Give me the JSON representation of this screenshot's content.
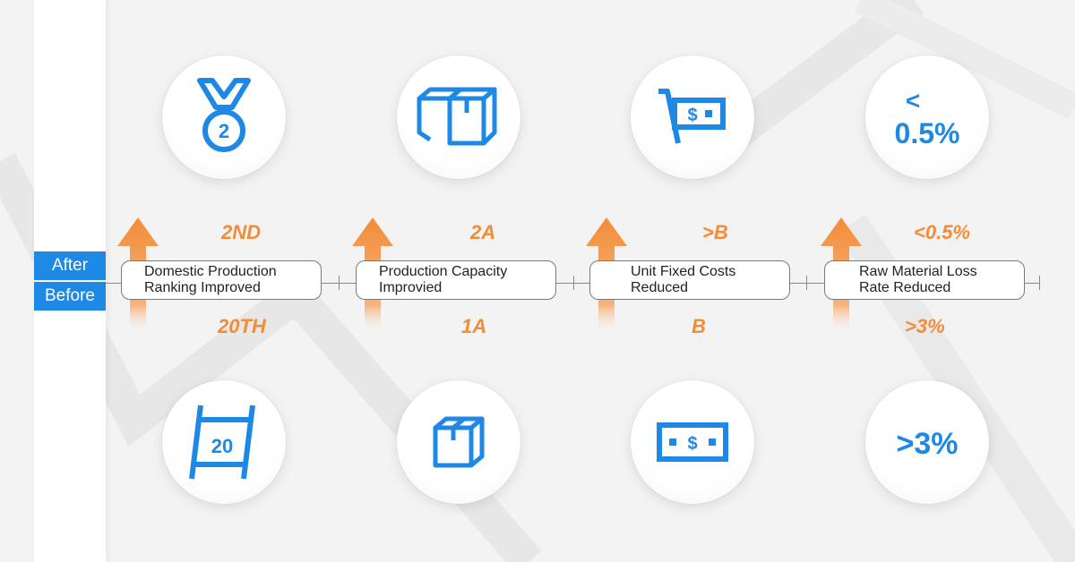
{
  "labels": {
    "after": "After",
    "before": "Before"
  },
  "metrics": [
    {
      "title": "Domestic Production Ranking Improved",
      "title_line1": "Domestic Production",
      "title_line2": "Ranking Improved",
      "after_value": "2ND",
      "before_value": "20TH",
      "after_icon": "medal-2-icon",
      "after_icon_text": "2",
      "before_icon": "ladder-20-icon",
      "before_icon_text": "20"
    },
    {
      "title": "Production Capacity Improvied",
      "title_line1": "Production Capacity",
      "title_line2": "Improvied",
      "after_value": "2A",
      "before_value": "1A",
      "after_icon": "two-boxes-icon",
      "before_icon": "single-box-icon"
    },
    {
      "title": "Unit Fixed Costs Reduced",
      "title_line1": "Unit Fixed Costs",
      "title_line2": "Reduced",
      "after_value": ">B",
      "before_value": "B",
      "after_icon": "cart-cash-icon",
      "after_icon_text": "$",
      "before_icon": "banknote-icon",
      "before_icon_text": "$"
    },
    {
      "title": "Raw Material Loss Rate Reduced",
      "title_line1": "Raw Material Loss",
      "title_line2": "Rate Reduced",
      "after_value": "<0.5%",
      "before_value": ">3%",
      "after_icon": "less-than-percent-icon",
      "after_icon_text_top": "<",
      "after_icon_text_bottom": "0.5%",
      "before_icon": "greater-than-percent-icon",
      "before_icon_text": ">3%"
    }
  ],
  "colors": {
    "accent_blue": "#1e88e5",
    "accent_orange": "#f28c38",
    "background": "#f3f3f3"
  }
}
